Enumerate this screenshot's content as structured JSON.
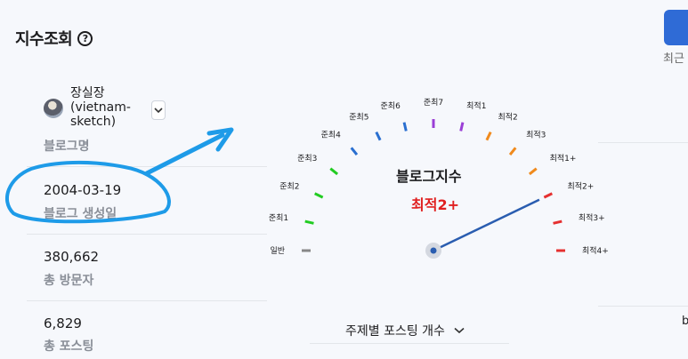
{
  "header": {
    "title": "지수조회",
    "help_icon": "?"
  },
  "top_action": {
    "label": "최근"
  },
  "blog": {
    "name": "장실장 (vietnam-sketch)",
    "name_label": "블로그명"
  },
  "stats": [
    {
      "value": "2004-03-19",
      "label": "블로그 생성일"
    },
    {
      "value": "380,662",
      "label": "총 방문자"
    },
    {
      "value": "6,829",
      "label": "총 포스팅"
    }
  ],
  "gauge": {
    "title": "블로그지수",
    "current": "최적2+",
    "levels": [
      "일반",
      "준최1",
      "준최2",
      "준최3",
      "준최4",
      "준최5",
      "준최6",
      "준최7",
      "최적1",
      "최적2",
      "최적3",
      "최적1+",
      "최적2+",
      "최적3+",
      "최적4+"
    ],
    "level_colors": [
      "#888888",
      "#22cc22",
      "#22cc22",
      "#22cc22",
      "#2a6fd0",
      "#2a6fd0",
      "#2a6fd0",
      "#9b3fd6",
      "#9b3fd6",
      "#f08a1c",
      "#f08a1c",
      "#f08a1c",
      "#e53030",
      "#e53030",
      "#e53030"
    ],
    "current_index": 12
  },
  "posting": {
    "select_label": "주제별 포스팅 개수"
  },
  "colors": {
    "accent": "#2f6bd6",
    "highlight_red": "#e02020",
    "annotation_blue": "#1e9be8"
  }
}
